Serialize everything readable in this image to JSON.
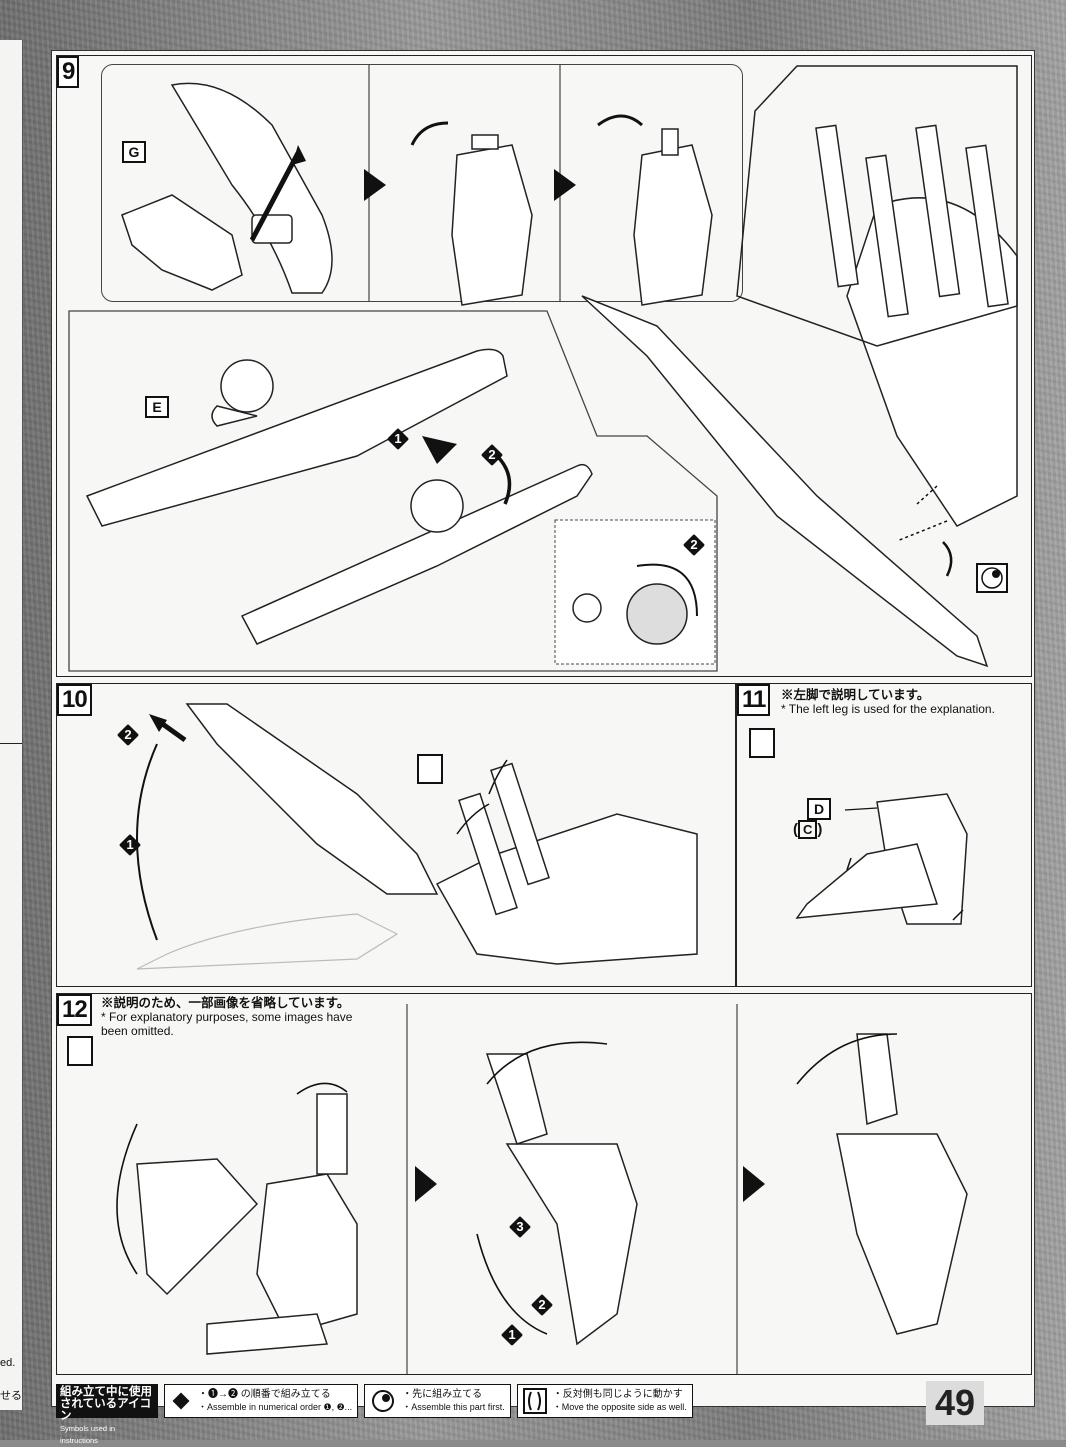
{
  "page": {
    "number": "49"
  },
  "left_page": {
    "frag_1": "ed.",
    "frag_2": "せる"
  },
  "steps": {
    "s9": {
      "number": "9",
      "parts": [
        "G",
        "E"
      ],
      "badges": [
        "1",
        "2",
        "2"
      ]
    },
    "s10": {
      "number": "10",
      "badges": [
        "2",
        "1"
      ]
    },
    "s11": {
      "number": "11",
      "note_jp": "※左脚で説明しています。",
      "note_en": "* The left leg is used for the explanation.",
      "part_d": "D",
      "part_c": "C"
    },
    "s12": {
      "number": "12",
      "note_jp": "※説明のため、一部画像を省略しています。",
      "note_en_1": "* For explanatory purposes, some images have",
      "note_en_2": "been omitted.",
      "badges": [
        "3",
        "2",
        "1"
      ]
    }
  },
  "legend": {
    "title_jp_1": "組み立て中に使用",
    "title_jp_2": "されているアイコン",
    "title_en": "Symbols used in instructions",
    "order_jp": "・❶→❷ の順番で組み立てる",
    "order_en": "・Assemble in numerical order ❶, ❷...",
    "first_jp": "・先に組み立てる",
    "first_en": "・Assemble this part first.",
    "opposite_jp": "・反対側も同じように動かす",
    "opposite_en": "・Move the opposite side as well."
  }
}
